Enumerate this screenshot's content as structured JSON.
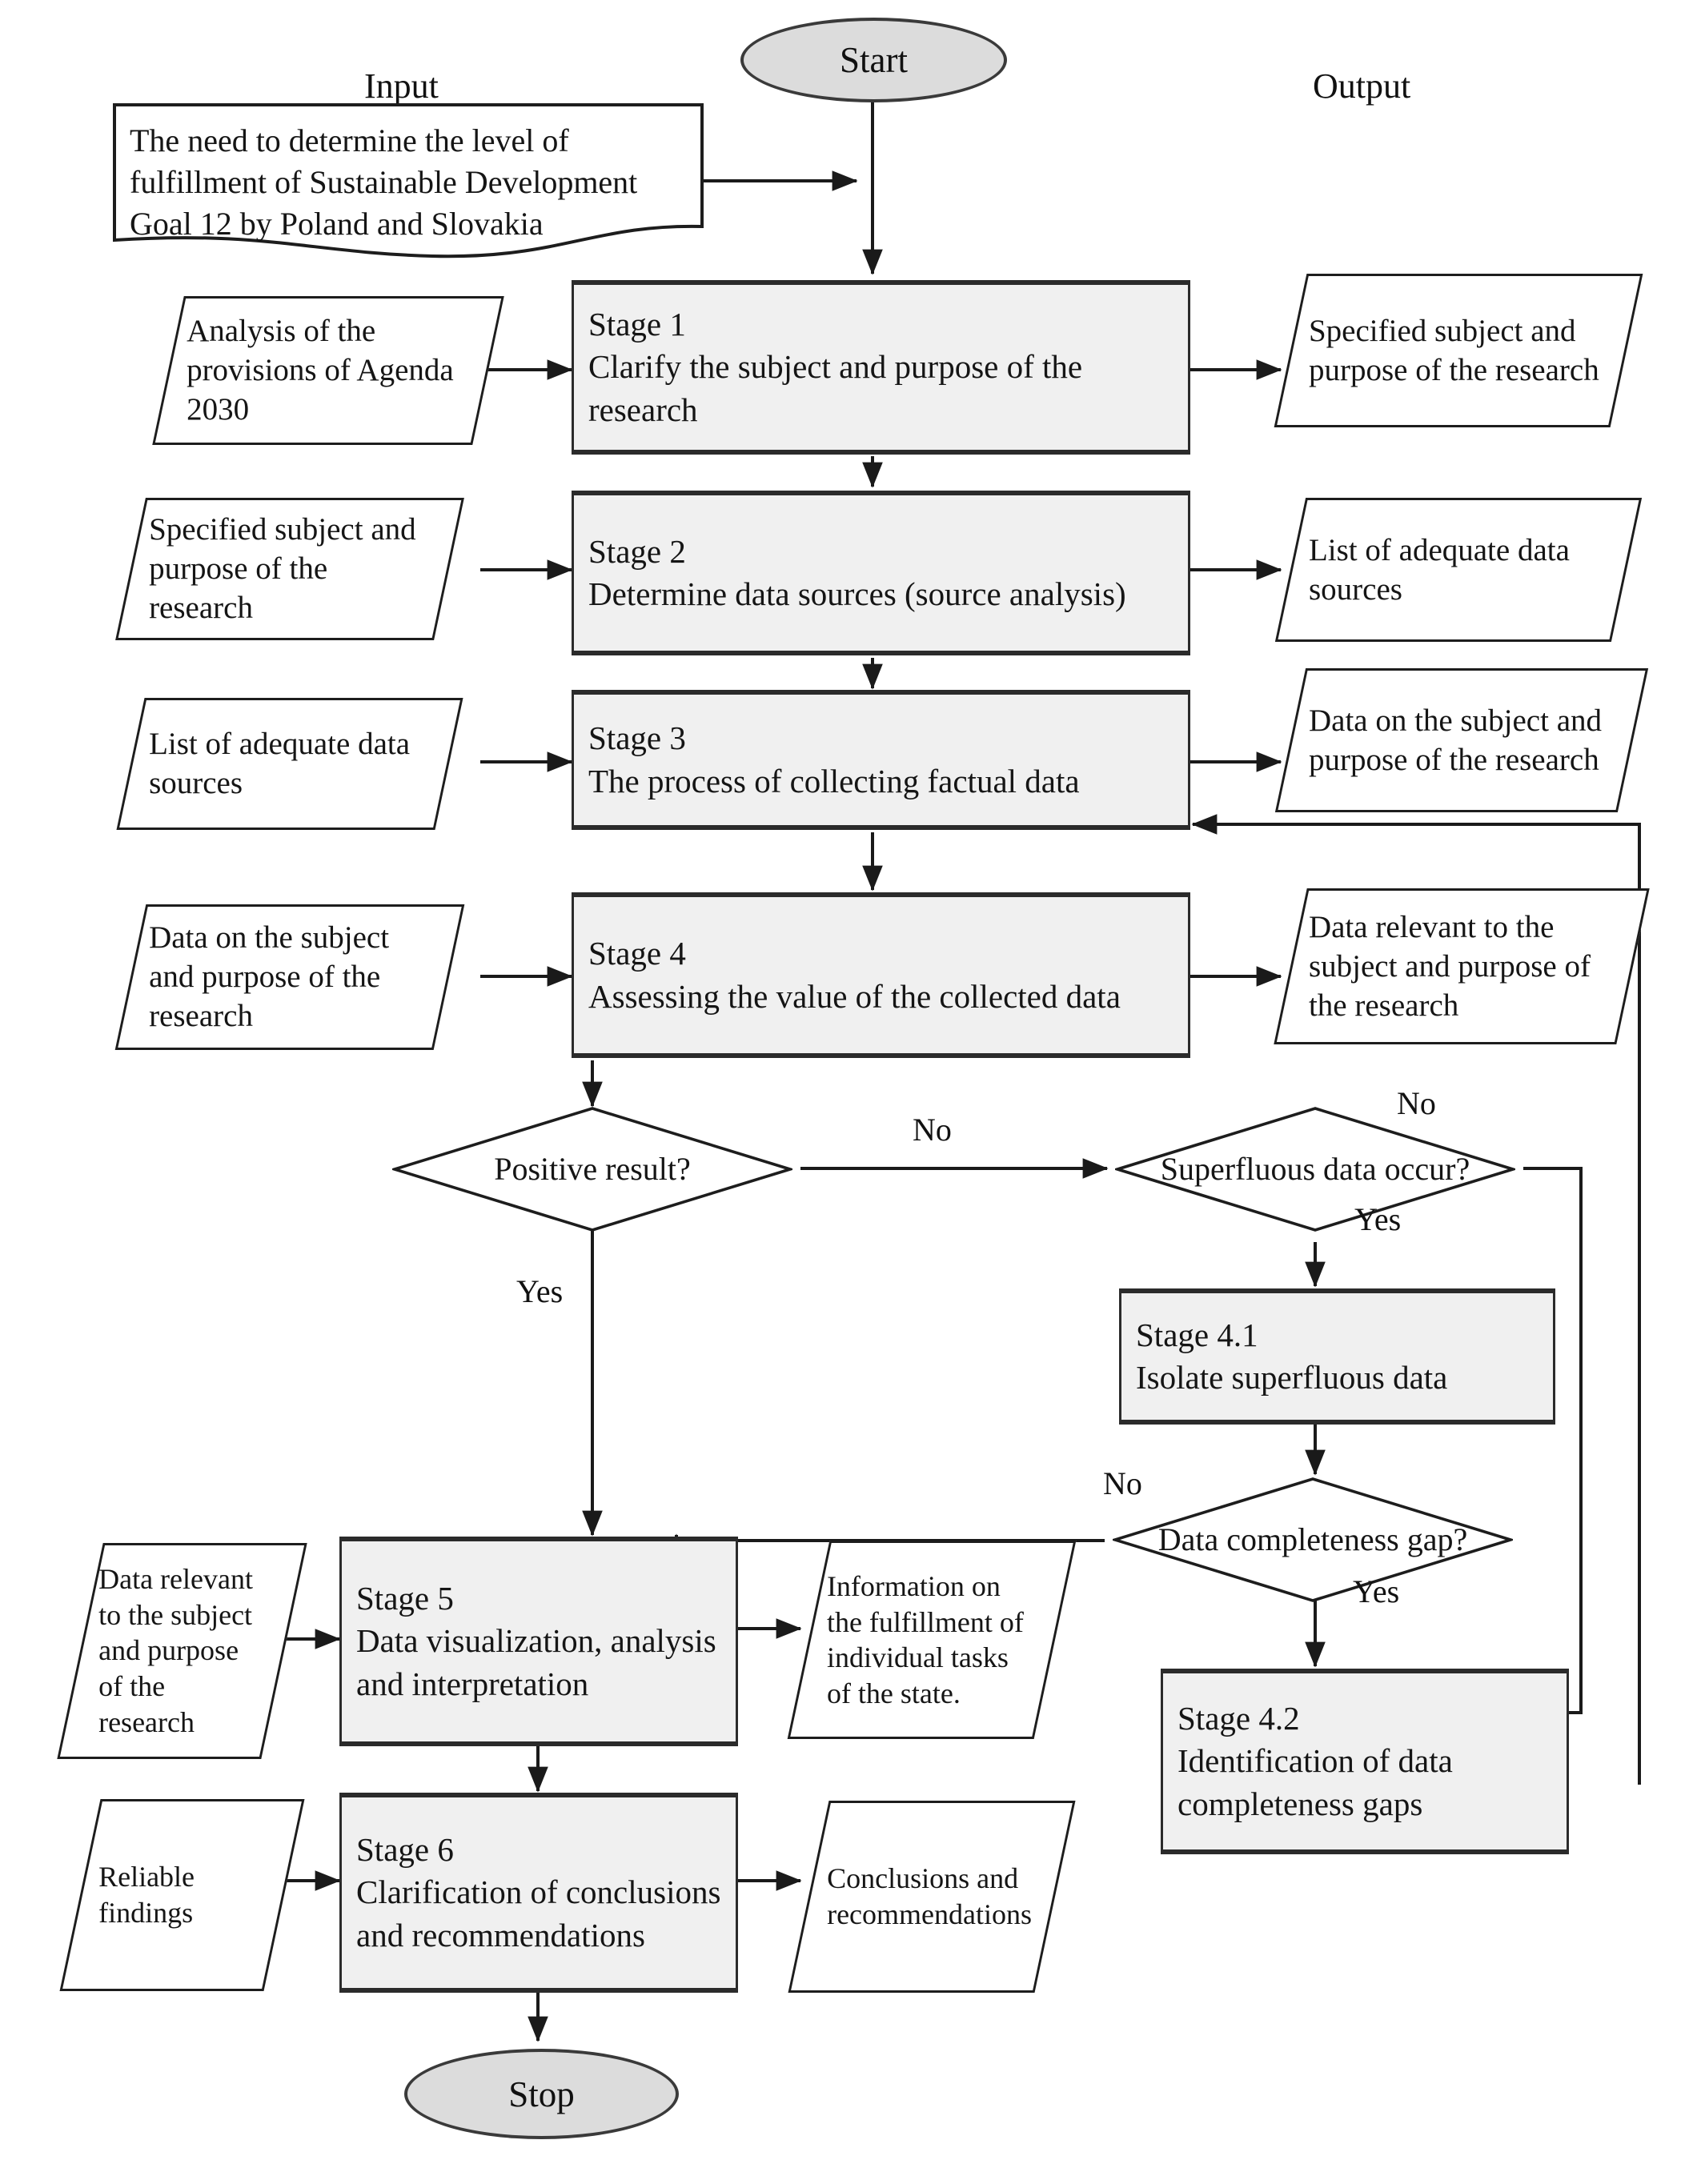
{
  "diagram": {
    "headers": {
      "input": "Input",
      "output": "Output"
    },
    "terminators": {
      "start": "Start",
      "stop": "Stop"
    },
    "document_node": {
      "text": "The need to determine the level of fulfillment of Sustainable Development Goal 12 by Poland and Slovakia"
    },
    "stages": [
      {
        "id": "stage1",
        "number": "Stage 1",
        "title": "Clarify the subject and purpose of the research"
      },
      {
        "id": "stage2",
        "number": "Stage 2",
        "title": "Determine data sources (source analysis)"
      },
      {
        "id": "stage3",
        "number": "Stage 3",
        "title": "The process of collecting factual data"
      },
      {
        "id": "stage4",
        "number": "Stage 4",
        "title": "Assessing the value of the collected data"
      },
      {
        "id": "stage41",
        "number": "Stage 4.1",
        "title": "Isolate superfluous data"
      },
      {
        "id": "stage42",
        "number": "Stage 4.2",
        "title": "Identification of data completeness gaps"
      },
      {
        "id": "stage5",
        "number": "Stage 5",
        "title": "Data visualization, analysis and interpretation"
      },
      {
        "id": "stage6",
        "number": "Stage 6",
        "title": "Clarification of conclusions and recommendations"
      }
    ],
    "inputs": [
      {
        "id": "in1",
        "text": "Analysis of the provisions of Agenda 2030"
      },
      {
        "id": "in2",
        "text": "Specified subject and purpose of the research"
      },
      {
        "id": "in3",
        "text": "List of adequate data sources"
      },
      {
        "id": "in4",
        "text": "Data on the subject and purpose of the research"
      },
      {
        "id": "in5",
        "text": "Data relevant to the subject and purpose of the research"
      },
      {
        "id": "in6",
        "text": "Reliable findings"
      }
    ],
    "outputs": [
      {
        "id": "out1",
        "text": "Specified subject and purpose of the research"
      },
      {
        "id": "out2",
        "text": "List of adequate data sources"
      },
      {
        "id": "out3",
        "text": "Data on the subject and purpose of the research"
      },
      {
        "id": "out4",
        "text": "Data relevant to the subject and purpose of the research"
      },
      {
        "id": "out5",
        "text": "Information on the fulfillment of individual tasks of the state."
      },
      {
        "id": "out6",
        "text": "Conclusions and recommendations"
      }
    ],
    "decisions": [
      {
        "id": "d1",
        "text": "Positive result?"
      },
      {
        "id": "d2",
        "text": "Superfluous data occur?"
      },
      {
        "id": "d3",
        "text": "Data completeness gap?"
      }
    ],
    "edge_labels": {
      "d1_no": "No",
      "d1_yes": "Yes",
      "d2_no": "No",
      "d2_yes": "Yes",
      "d3_no": "No",
      "d3_yes": "Yes"
    },
    "colors": {
      "process_fill": "#f0f0f0",
      "process_stroke": "#2b2b2b",
      "terminator_fill": "#dcdcdc",
      "terminator_stroke": "#3a3a3a",
      "data_fill": "#ffffff",
      "data_stroke": "#1d1d1d",
      "line": "#1a1a1a",
      "background": "#ffffff"
    }
  }
}
